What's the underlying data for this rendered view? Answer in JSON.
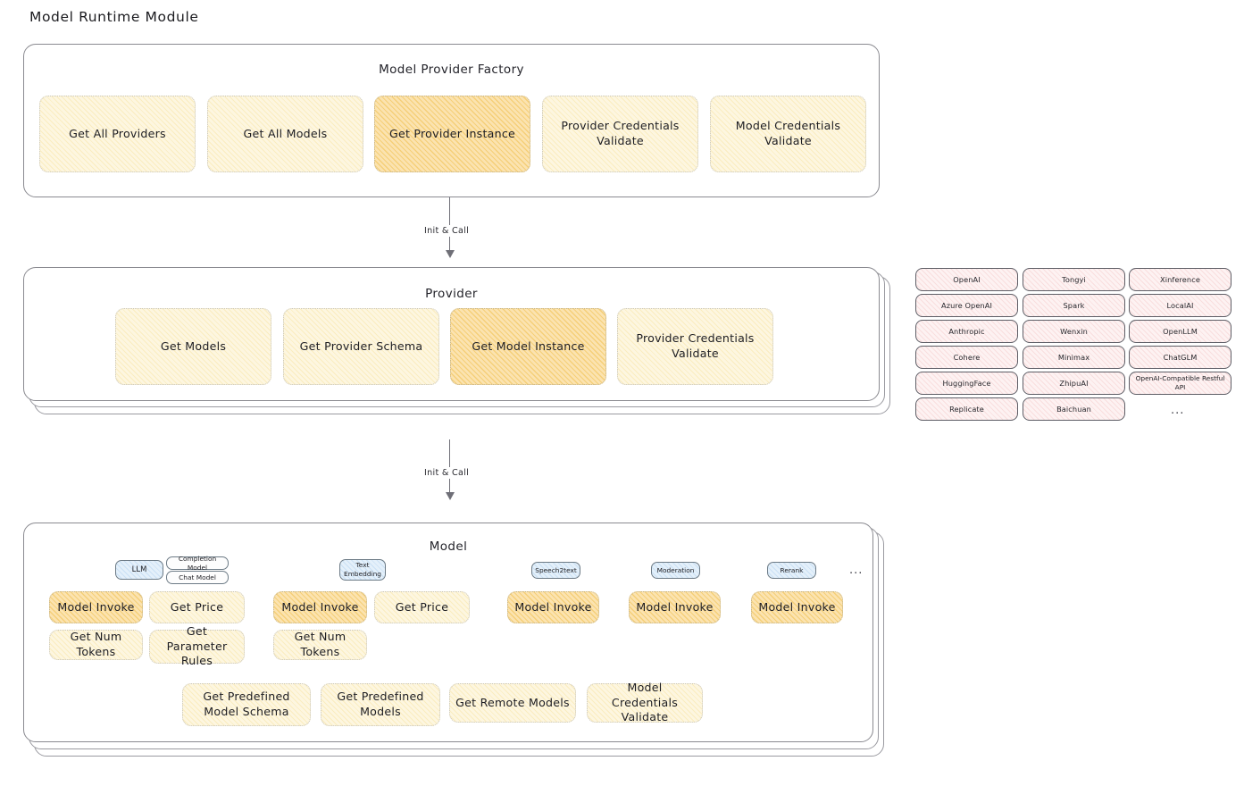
{
  "page": {
    "title": "Model Runtime Module",
    "background": "#ffffff"
  },
  "colors": {
    "node_fill": "#fdf6e0",
    "node_fill_highlight": "#fbe3b0",
    "node_border": "#c9c6bb",
    "badge_blue_fill": "#e4f0fa",
    "provider_pill_fill": "#fdf2f2",
    "panel_border": "#8a8a90",
    "arrow": "#6f6f77",
    "text": "#1d1d22"
  },
  "factory": {
    "title": "Model Provider Factory",
    "nodes": [
      {
        "label": "Get All Providers",
        "highlight": false
      },
      {
        "label": "Get All Models",
        "highlight": false
      },
      {
        "label": "Get Provider Instance",
        "highlight": true
      },
      {
        "label": "Provider Credentials Validate",
        "highlight": false
      },
      {
        "label": "Model Credentials Validate",
        "highlight": false
      }
    ]
  },
  "arrows": [
    {
      "label": "Init & Call",
      "from": "Model Provider Factory",
      "to": "Provider"
    },
    {
      "label": "Init & Call",
      "from": "Provider",
      "to": "Model"
    }
  ],
  "provider": {
    "title": "Provider",
    "stack_layers": 3,
    "nodes": [
      {
        "label": "Get Models",
        "highlight": false
      },
      {
        "label": "Get Provider Schema",
        "highlight": false
      },
      {
        "label": "Get Model Instance",
        "highlight": true
      },
      {
        "label": "Provider Credentials Validate",
        "highlight": false
      }
    ]
  },
  "provider_list": {
    "columns": [
      [
        "OpenAI",
        "Azure OpenAI",
        "Anthropic",
        "Cohere",
        "HuggingFace",
        "Replicate"
      ],
      [
        "Tongyi",
        "Spark",
        "Wenxin",
        "Minimax",
        "ZhipuAI",
        "Baichuan"
      ],
      [
        "Xinference",
        "LocalAI",
        "OpenLLM",
        "ChatGLM",
        "OpenAI-Compatible Restful API"
      ]
    ],
    "more_indicator": "..."
  },
  "model": {
    "title": "Model",
    "stack_layers": 3,
    "more_indicator": "...",
    "groups": [
      {
        "badge": "LLM",
        "badge_type": "blue",
        "sub_badges": [
          "Completion Model",
          "Chat Model"
        ],
        "nodes": [
          {
            "label": "Model Invoke",
            "highlight": true
          },
          {
            "label": "Get Price",
            "highlight": false
          },
          {
            "label": "Get Num Tokens",
            "highlight": false
          },
          {
            "label": "Get Parameter Rules",
            "highlight": false
          }
        ]
      },
      {
        "badge": "Text Embedding",
        "badge_type": "blue",
        "sub_badges": [],
        "nodes": [
          {
            "label": "Model Invoke",
            "highlight": true
          },
          {
            "label": "Get Price",
            "highlight": false
          },
          {
            "label": "Get Num Tokens",
            "highlight": false
          }
        ]
      },
      {
        "badge": "Speech2text",
        "badge_type": "blue",
        "sub_badges": [],
        "nodes": [
          {
            "label": "Model Invoke",
            "highlight": true
          }
        ]
      },
      {
        "badge": "Moderation",
        "badge_type": "blue",
        "sub_badges": [],
        "nodes": [
          {
            "label": "Model Invoke",
            "highlight": true
          }
        ]
      },
      {
        "badge": "Rerank",
        "badge_type": "blue",
        "sub_badges": [],
        "nodes": [
          {
            "label": "Model Invoke",
            "highlight": true
          }
        ]
      }
    ],
    "common_nodes": [
      {
        "label": "Get Predefined Model Schema"
      },
      {
        "label": "Get Predefined Models"
      },
      {
        "label": "Get Remote Models"
      },
      {
        "label": "Model Credentials Validate"
      }
    ]
  }
}
